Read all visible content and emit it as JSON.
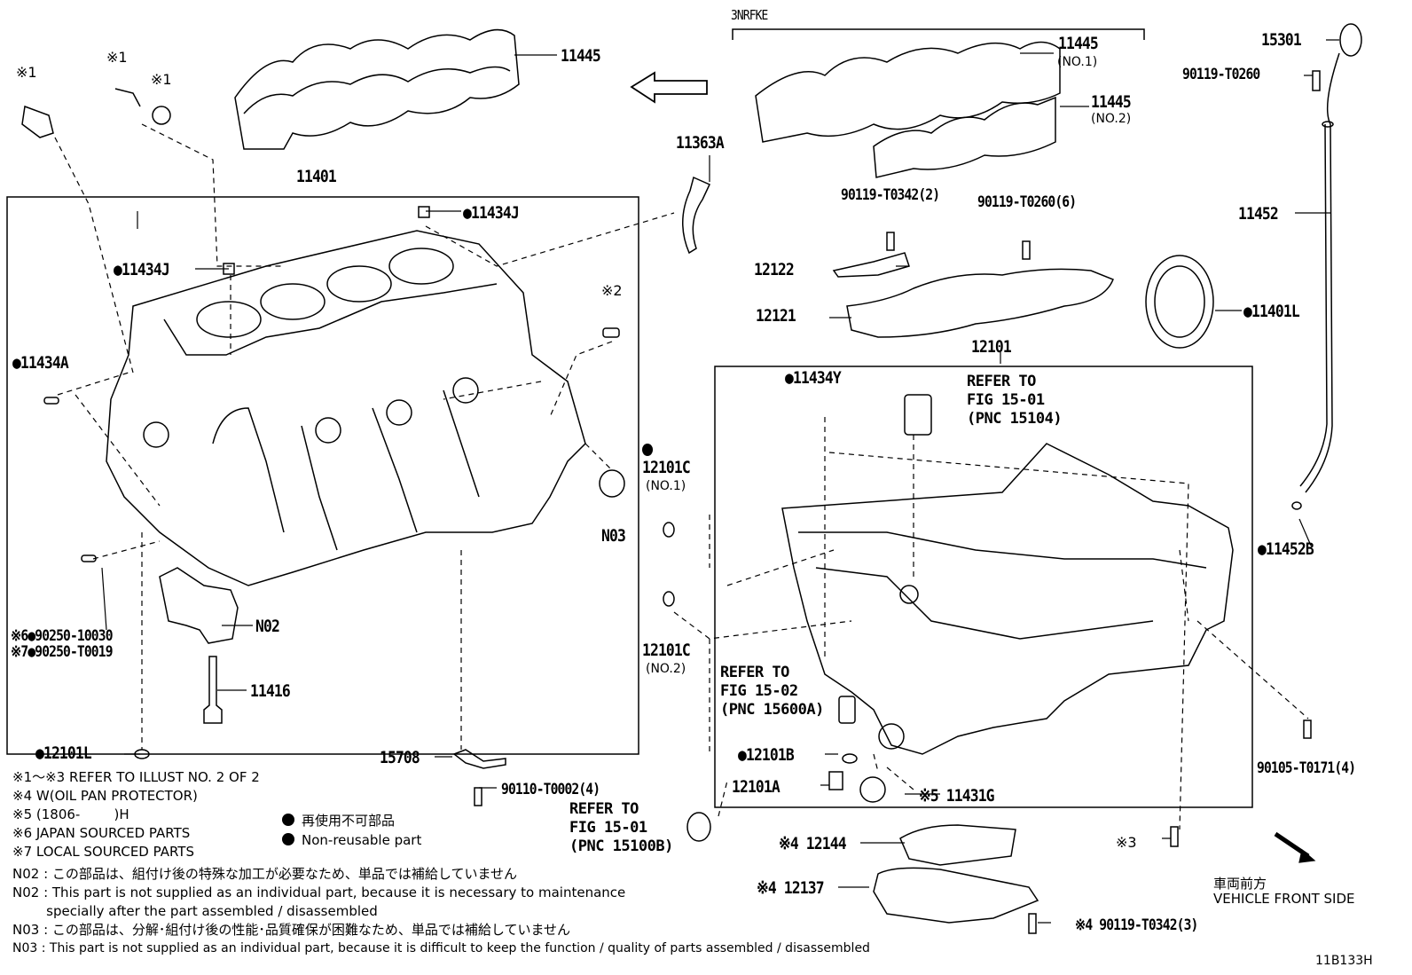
{
  "labels": {
    "engine_variant": "3NRFKE",
    "p11445_top": "11445",
    "p11445_no1": "11445",
    "p11445_no1_note": "(NO.1)",
    "p11445_no2": "11445",
    "p11445_no2_note": "(NO.2)",
    "p15301": "15301",
    "p90119_t0260": "90119-T0260",
    "p11363a": "11363A",
    "p11401": "11401",
    "p11434j_top": "●11434J",
    "p11434j_mid": "●11434J",
    "p11434a": "●11434A",
    "p90119_t0342_2": "90119-T0342(2)",
    "p90119_t0260_6": "90119-T0260(6)",
    "p11452": "11452",
    "p12122": "12122",
    "p12121": "12121",
    "p11401l": "●11401L",
    "p12101": "12101",
    "p11434y": "●11434Y",
    "refer_1": "REFER TO",
    "refer_1_fig": "FIG 15-01",
    "refer_1_pnc": "(PNC 15104)",
    "mark_2": "※2",
    "mark_1a": "※1",
    "mark_1b": "※1",
    "mark_1c": "※1",
    "p12101c_1": "12101C",
    "p12101c_1_note": "(NO.1)",
    "n03": "N03",
    "p11452b": "●11452B",
    "p90250_10030": "※6●90250-10030",
    "p90250_t0019": "※7●90250-T0019",
    "n02": "N02",
    "p12101c_2": "12101C",
    "p12101c_2_note": "(NO.2)",
    "refer_2": "REFER TO",
    "refer_2_fig": "FIG 15-02",
    "refer_2_pnc": "(PNC 15600A)",
    "p11416": "11416",
    "p90105_t0171": "90105-T0171(4)",
    "p12101l": "●12101L",
    "p15708": "15708",
    "p12101b": "●12101B",
    "p12101a": "12101A",
    "p11431g": "※5 11431G",
    "p90110_t0002": "90110-T0002(4)",
    "refer_3": "REFER TO",
    "refer_3_fig": "FIG 15-01",
    "refer_3_pnc": "(PNC 15100B)",
    "p12144": "※4 12144",
    "mark_3": "※3",
    "p12137": "※4 12137",
    "p90119_t0342_3": "※4 90119-T0342(3)",
    "front_jp": "車両前方",
    "front_en": "VEHICLE FRONT SIDE",
    "illus_id": "11B133H"
  },
  "notes": [
    "※1～※3  REFER TO ILLUST NO. 2 OF 2",
    "※4 W(OIL PAN PROTECTOR)",
    "※5 (1806-        )H",
    "※6 JAPAN SOURCED PARTS",
    "※7 LOCAL SOURCED PARTS"
  ],
  "legend": {
    "jp": "再使用不可部品",
    "en": "Non-reusable part"
  },
  "footnotes": [
    "N02 : この部品は、組付け後の特殊な加工が必要なため、単品では補給していません",
    "N02 : This part is not supplied as an individual part, because it is necessary to maintenance",
    "        specially after the part assembled / disassembled",
    "N03 : この部品は、分解･組付け後の性能･品質確保が困難なため、単品では補給していません",
    "N03 : This part is not supplied as an individual part, because it is difficult to keep the function / quality of parts  assembled / disassembled"
  ]
}
